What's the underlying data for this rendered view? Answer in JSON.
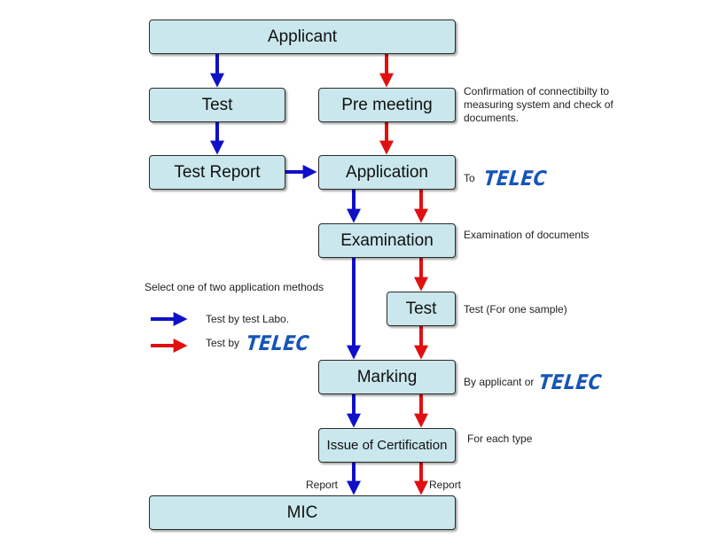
{
  "boxes": {
    "applicant": "Applicant",
    "test_left": "Test",
    "pre_meeting": "Pre meeting",
    "test_report": "Test Report",
    "application": "Application",
    "examination": "Examination",
    "test_center": "Test",
    "marking": "Marking",
    "issue": "Issue of Certification",
    "mic": "MIC"
  },
  "notes": {
    "pre_meeting_line1": "Confirmation of connectibilty to",
    "pre_meeting_line2": "measuring system and check of",
    "pre_meeting_line3": "documents.",
    "application_to": "To",
    "examination": "Examination of documents",
    "test_sample": "Test (For one sample)",
    "marking_by": "By applicant or",
    "issue_type": "For each type",
    "report_left": "Report",
    "report_right": "Report"
  },
  "legend": {
    "title": "Select one of two application methods",
    "blue_label": "Test by test Labo.",
    "red_label": "Test by"
  },
  "brand": "TELEC",
  "colors": {
    "blue_path": "#1010c8",
    "red_path": "#e01010",
    "box_fill": "#c9e7ec",
    "brand": "#1554b8"
  }
}
